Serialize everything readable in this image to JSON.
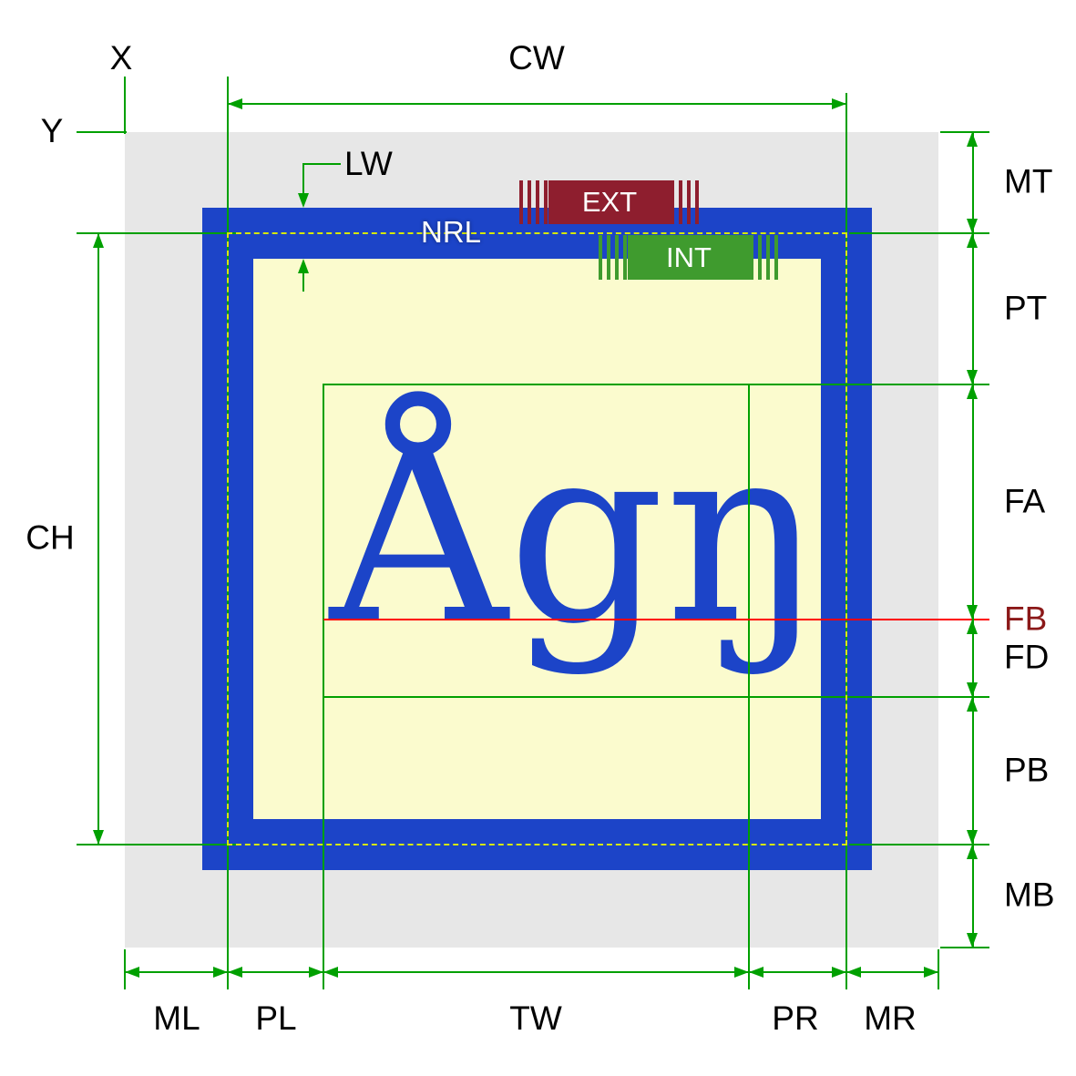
{
  "diagram": {
    "glyphs": "Ågŋ",
    "labels": {
      "x": "X",
      "y": "Y",
      "cw": "CW",
      "lw": "LW",
      "nrl": "NRL",
      "ext": "EXT",
      "int": "INT",
      "mt": "MT",
      "pt": "PT",
      "fa": "FA",
      "fb": "FB",
      "fd": "FD",
      "pb": "PB",
      "mb": "MB",
      "ch": "CH",
      "ml": "ML",
      "pl": "PL",
      "tw": "TW",
      "pr": "PR",
      "mr": "MR"
    },
    "colors": {
      "margin_gray": "#e7e7e7",
      "border_blue": "#1c44c8",
      "padding_yellow": "#fbfbce",
      "dimension_green": "#00a000",
      "nrl_dash_yellow": "#d6e800",
      "baseline_red": "#ff0000",
      "ext_red": "#8e1e2e",
      "int_green": "#3f9b2e",
      "fb_label_red": "#8b1818"
    }
  }
}
